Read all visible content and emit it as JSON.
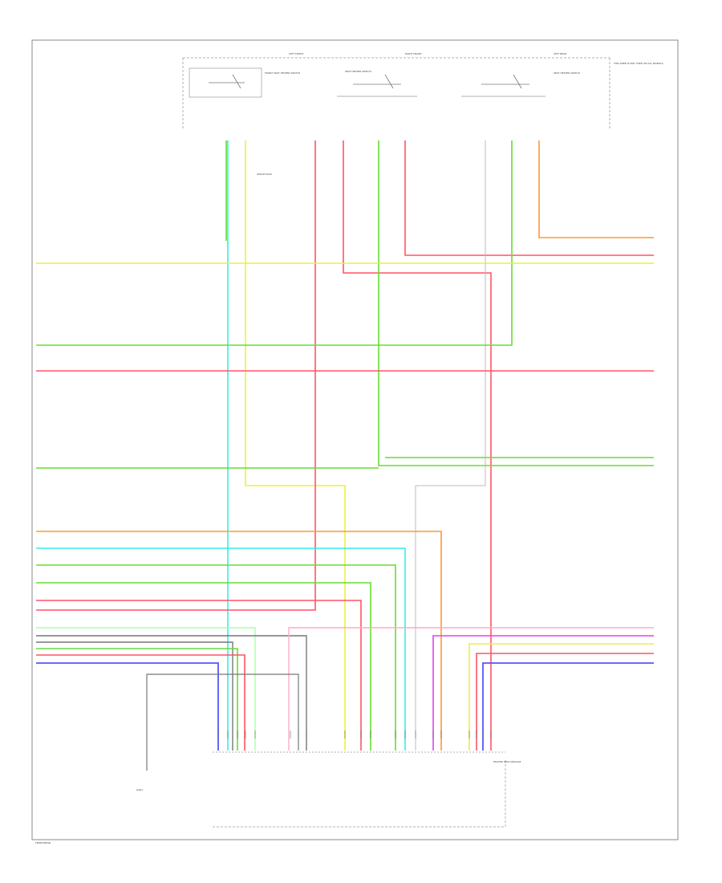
{
  "diagram": {
    "footer_code": "FRONT/REAR",
    "switches": [
      {
        "id": "sw1",
        "label": "FRONT SEAT HEATER SWITCH",
        "sub": "LEFT FRONT"
      },
      {
        "id": "sw2",
        "label": "SEAT HEATER SWITCH",
        "sub": "RIGHT FRONT"
      },
      {
        "id": "sw3",
        "label": "SEAT HEATER SWITCH",
        "sub": "LEFT REAR"
      }
    ],
    "notes": "THIS WIRE IS NOT USED ON ALL MODELS",
    "mid_splice_label": "SPLICE PACK",
    "ground_label": "G301",
    "module_label": "HEATED SEAT MODULE"
  },
  "colors": {
    "frame": "#888888",
    "green": "#66dd33",
    "cyan": "#33eeee",
    "yellow": "#eeee44",
    "red": "#ff5566",
    "orange": "#ff9933",
    "gray": "#777777",
    "magenta": "#dd44ee",
    "blue": "#5555ff",
    "lightgray": "#bbbbbb"
  }
}
